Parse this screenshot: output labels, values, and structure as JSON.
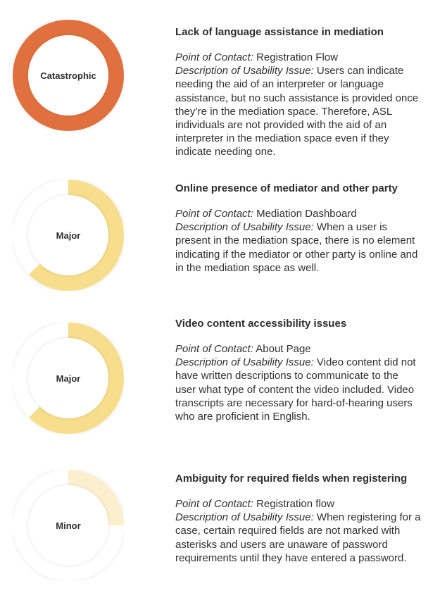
{
  "labels": {
    "point_of_contact": "Point of Contact:",
    "description": "Description of Usability Issue:"
  },
  "colors": {
    "catastrophic": "#e0713f",
    "major": "#f7de8c",
    "minor": "#fbefcd",
    "track": "#ffffff",
    "text": "#2e2e2e"
  },
  "issues": [
    {
      "severity": "Catastrophic",
      "severity_fill": 1.0,
      "title": "Lack of language assistance in mediation",
      "point_of_contact": "Registration Flow",
      "description": "Users can indicate needing the aid of an interpreter or language assistance, but no such assistance is provided once they’re in the mediation space. Therefore, ASL individuals are not provided with the aid of an interpreter in the mediation space even if they indicate needing one."
    },
    {
      "severity": "Major",
      "severity_fill": 0.625,
      "title": "Online presence of mediator and other party",
      "point_of_contact": "Mediation Dashboard",
      "description": "When a user is present in the mediation space, there is no element indicating if the mediator or other party is online and in the mediation space as well."
    },
    {
      "severity": "Major",
      "severity_fill": 0.625,
      "title": "Video content accessibility issues",
      "point_of_contact": "About Page",
      "description": "Video content did not have written descriptions to communicate to the user what type of content the video included. Video transcripts are necessary for hard-of-hearing users who are proficient in English."
    },
    {
      "severity": "Minor",
      "severity_fill": 0.25,
      "title": "Ambiguity for required fields when registering",
      "point_of_contact": "Registration flow",
      "description": "When registering for a case, certain required fields are not marked with asterisks and users are unaware of password requirements until they have entered a password."
    }
  ]
}
